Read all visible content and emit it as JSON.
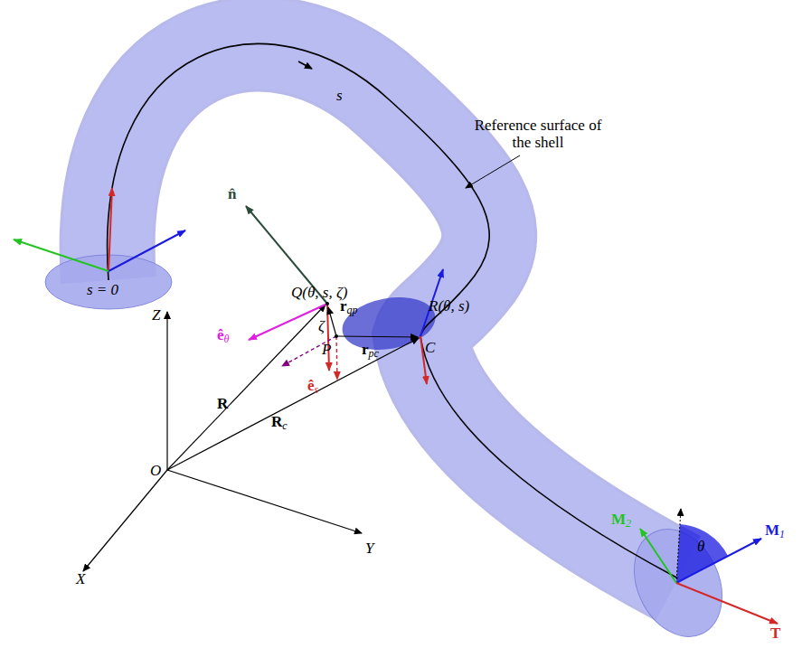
{
  "diagram": {
    "labels": [
      "s",
      "Reference surface of the shell",
      "s = 0",
      "n̂",
      "Q(θ, s, ζ)",
      "rqp",
      "R(θ, s)",
      "Z",
      "êθ",
      "ζ",
      "P",
      "rpc",
      "C",
      "ês",
      "R",
      "Rc",
      "O",
      "Y",
      "X",
      "M2",
      "M1",
      "θ",
      "T"
    ]
  }
}
